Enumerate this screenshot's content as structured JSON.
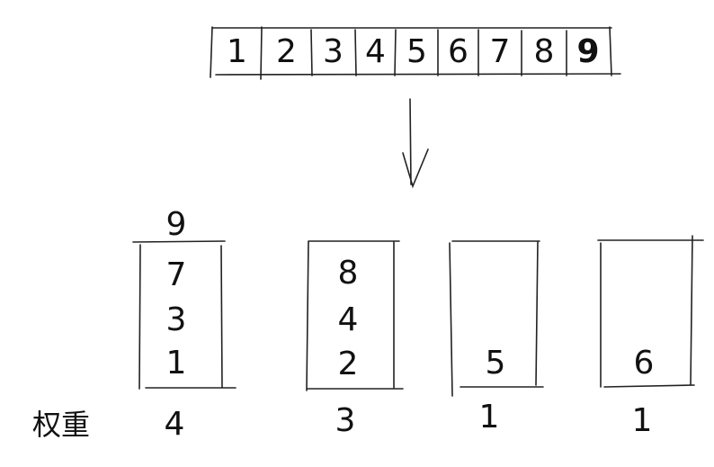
{
  "array": {
    "cells": [
      "1",
      "2",
      "3",
      "4",
      "5",
      "6",
      "7",
      "8",
      "9"
    ]
  },
  "buckets": [
    {
      "top": "9",
      "items": [
        "7",
        "3",
        "1"
      ],
      "weight": "4"
    },
    {
      "top": "",
      "items": [
        "8",
        "4",
        "2"
      ],
      "weight": "3"
    },
    {
      "top": "",
      "items": [
        "5"
      ],
      "weight": "1"
    },
    {
      "top": "",
      "items": [
        "6"
      ],
      "weight": "1"
    }
  ],
  "weight_label": "权重"
}
